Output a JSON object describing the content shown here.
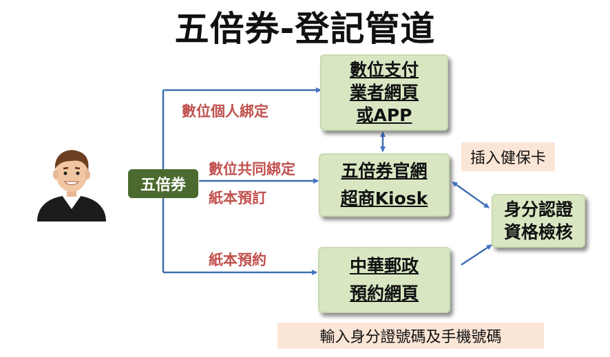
{
  "title": "五倍券-登記管道",
  "center": {
    "label": "五倍券"
  },
  "channels": {
    "digital_personal": "數位個人綁定",
    "digital_shared": "數位共同綁定",
    "paper_order": "紙本預訂",
    "paper_reserve": "紙本預約"
  },
  "boxes": {
    "payment_app": [
      "數位支付",
      "業者網頁",
      "或APP"
    ],
    "official_site": [
      "五倍券官網",
      "超商Kiosk"
    ],
    "post_office": [
      "中華郵政",
      "預約網頁"
    ],
    "verify": [
      "身分認證",
      "資格檢核"
    ]
  },
  "notes": {
    "health_card": "插入健保卡",
    "input_id": "輸入身分證號碼及手機號碼"
  },
  "colors": {
    "box_fill": "#d8e7c2",
    "center_fill": "#4b6a2f",
    "label_red": "#c0504d",
    "arrow_blue": "#4472c4",
    "note_fill": "#fbe5d6"
  }
}
